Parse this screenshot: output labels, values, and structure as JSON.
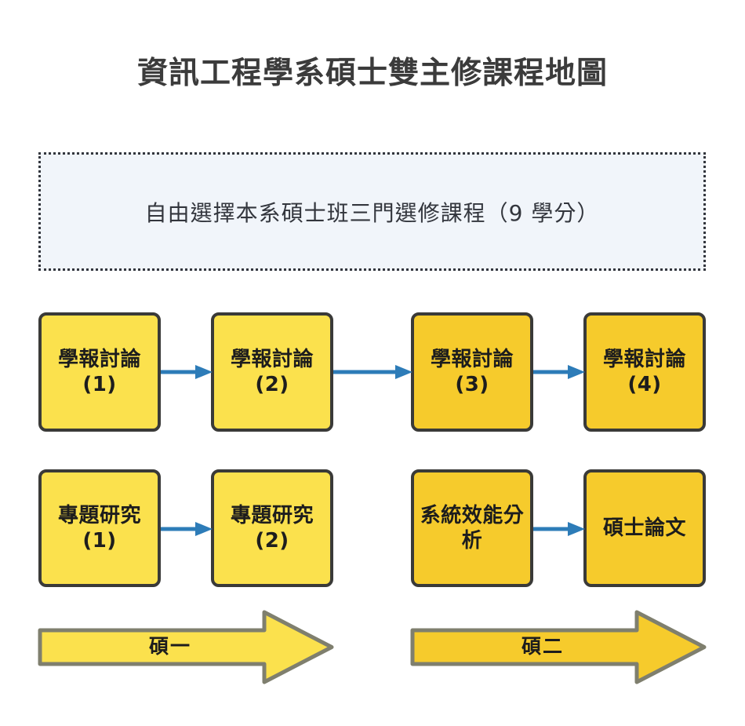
{
  "page": {
    "title": "資訊工程學系碩士雙主修課程地圖"
  },
  "note": {
    "text": "自由選擇本系碩士班三門選修課程（9 學分）"
  },
  "colors": {
    "fill_light_yellow": "#fbe14d",
    "fill_dark_gold": "#f6cb2c",
    "box_border": "#3a3a38",
    "connector_blue": "#2d7cb8",
    "banner_border": "#7f7f6e",
    "note_fill": "#f1f5fa",
    "note_border": "#33363d",
    "title_text": "#3b3b3b"
  },
  "rows": [
    {
      "name": "seminar-row",
      "boxes": [
        {
          "label": "學報討論(1)",
          "fill": "light"
        },
        {
          "label": "學報討論(2)",
          "fill": "light"
        },
        {
          "label": "學報討論(3)",
          "fill": "dark"
        },
        {
          "label": "學報討論(4)",
          "fill": "dark"
        }
      ]
    },
    {
      "name": "research-row",
      "boxes": [
        {
          "label": "專題研究(1)",
          "fill": "light"
        },
        {
          "label": "專題研究(2)",
          "fill": "light"
        },
        {
          "label": "系統效能分析",
          "fill": "dark"
        },
        {
          "label": "碩士論文",
          "fill": "dark"
        }
      ]
    }
  ],
  "banners": [
    {
      "label": "碩一",
      "fill": "#fbe14d"
    },
    {
      "label": "碩二",
      "fill": "#f6cb2c"
    }
  ]
}
